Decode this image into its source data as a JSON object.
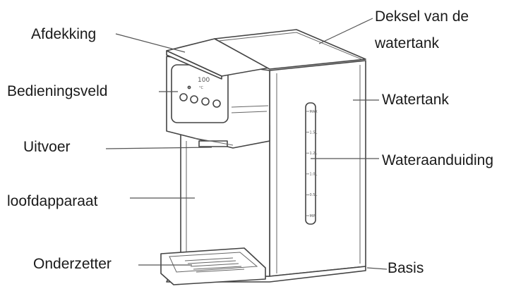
{
  "labels": {
    "afdekking": "Afdekking",
    "deksel_line1": "Deksel van de",
    "deksel_line2": "watertank",
    "bedieningsveld": "Bedieningsveld",
    "watertank": "Watertank",
    "uitvoer": "Uitvoer",
    "wateraanduiding": "Wateraanduiding",
    "loofdapparaat": "loofdapparaat",
    "onderzetter": "Onderzetter",
    "basis": "Basis"
  },
  "display": {
    "readout": "100",
    "unit": "°C"
  },
  "gauge_ticks": [
    "MAX",
    "1.5L",
    "1.2L",
    "1.0L",
    "0.5L",
    "MIN"
  ]
}
